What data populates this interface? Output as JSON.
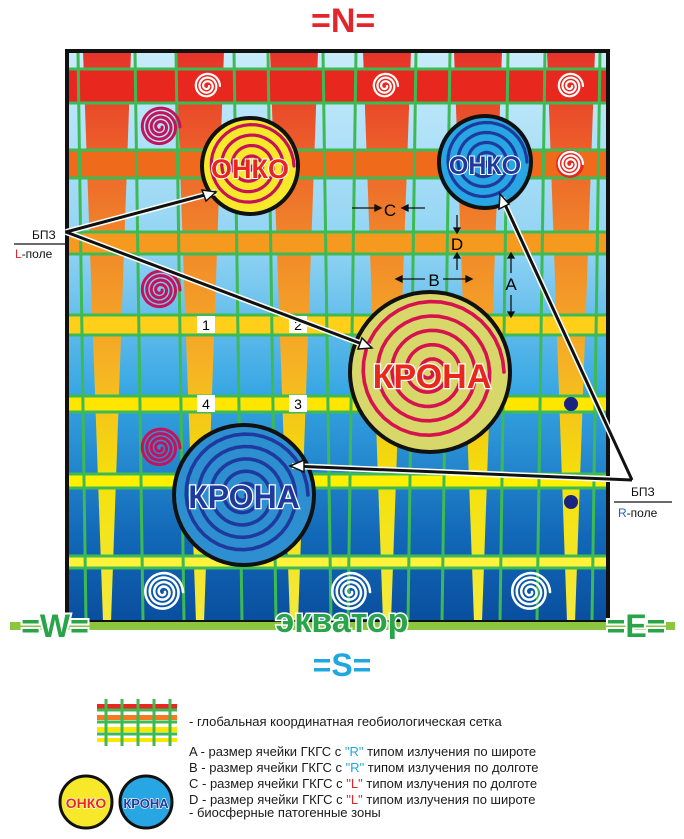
{
  "compass": {
    "north": "=N=",
    "south": "=S=",
    "west": "=W=",
    "east": "=E="
  },
  "equator": "экватор",
  "zones": {
    "onko": "ОНКО",
    "krona": "КРОНА"
  },
  "cells": [
    "1",
    "2",
    "3",
    "4"
  ],
  "dimension_labels": {
    "a": "A",
    "b": "B",
    "c": "C",
    "d": "D"
  },
  "left_label": {
    "top": "БПЗ",
    "bottom_prefix": "L",
    "bottom_suffix": "-поле"
  },
  "right_label": {
    "top": "БПЗ",
    "bottom_prefix": "R",
    "bottom_suffix": "-поле"
  },
  "legend": {
    "grid_text": "- глобальная координатная геобиологическая сетка",
    "lines": [
      {
        "prefix": "A - размер ячейки ГКГС с ",
        "quote": "\"R\"",
        "suffix": " типом излучения по широте",
        "kind": "r"
      },
      {
        "prefix": "B - размер ячейки ГКГС с ",
        "quote": "\"R\"",
        "suffix": " типом излучения по долготе",
        "kind": "r"
      },
      {
        "prefix": "C - размер ячейки ГКГС с ",
        "quote": "\"L\"",
        "suffix": " типом излучения по долготе",
        "kind": "l"
      },
      {
        "prefix": "D - размер ячейки ГКГС с ",
        "quote": "\"L\"",
        "suffix": " типом излучения по широте",
        "kind": "l"
      }
    ],
    "zones_text": "- биосферные патогенные зоны",
    "badge_onko": "ОНКО",
    "badge_krona": "КРОНА"
  },
  "colors": {
    "red_band": "#e8281f",
    "orange_band": "#f47b20",
    "yellow_band": "#ffe600",
    "grid_green": "#3dba54",
    "sky_light": "#9fd8f3",
    "sea_deep": "#0e57a8",
    "onko_yellow": "#f7e92a",
    "onko_blue": "#27a6e3",
    "krona_yellow": "#d8d86a",
    "krona_blue": "#2e8fd0",
    "compass_red": "#e3262c",
    "compass_green": "#2aa44a"
  }
}
